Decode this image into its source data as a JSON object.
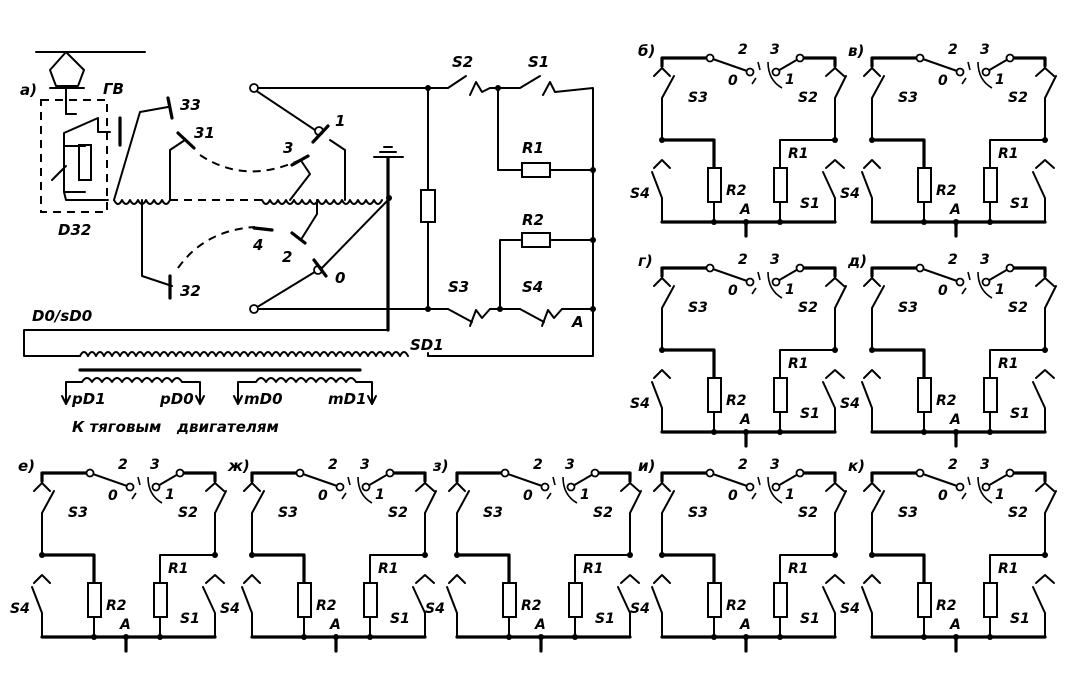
{
  "main_diagram": {
    "panel_label": "а)",
    "labels": {
      "gv": "ГВ",
      "d32": "D32",
      "t33": "33",
      "t31": "31",
      "t32": "32",
      "t1": "1",
      "t3": "3",
      "t4": "4",
      "t2": "2",
      "t0": "0",
      "s2": "S2",
      "s1": "S1",
      "r1": "R1",
      "r2": "R2",
      "s3": "S3",
      "s4": "S4",
      "a": "A",
      "sd1": "SD1",
      "d0sd0": "D0/sD0",
      "pd1": "pD1",
      "pd0": "pD0",
      "md0": "mD0",
      "md1": "mD1",
      "caption": "К тяговым   двигателям"
    }
  },
  "sub_diagrams": [
    {
      "panel_label": "б)"
    },
    {
      "panel_label": "в)"
    },
    {
      "panel_label": "г)"
    },
    {
      "panel_label": "д)"
    },
    {
      "panel_label": "е)"
    },
    {
      "panel_label": "ж)"
    },
    {
      "panel_label": "з)"
    },
    {
      "panel_label": "и)"
    },
    {
      "panel_label": "к)"
    }
  ],
  "sub_labels": {
    "s1": "S1",
    "s2": "S2",
    "s3": "S3",
    "s4": "S4",
    "r1": "R1",
    "r2": "R2",
    "a": "A",
    "p0": "0",
    "p1": "1",
    "p2": "2",
    "p3": "3"
  }
}
